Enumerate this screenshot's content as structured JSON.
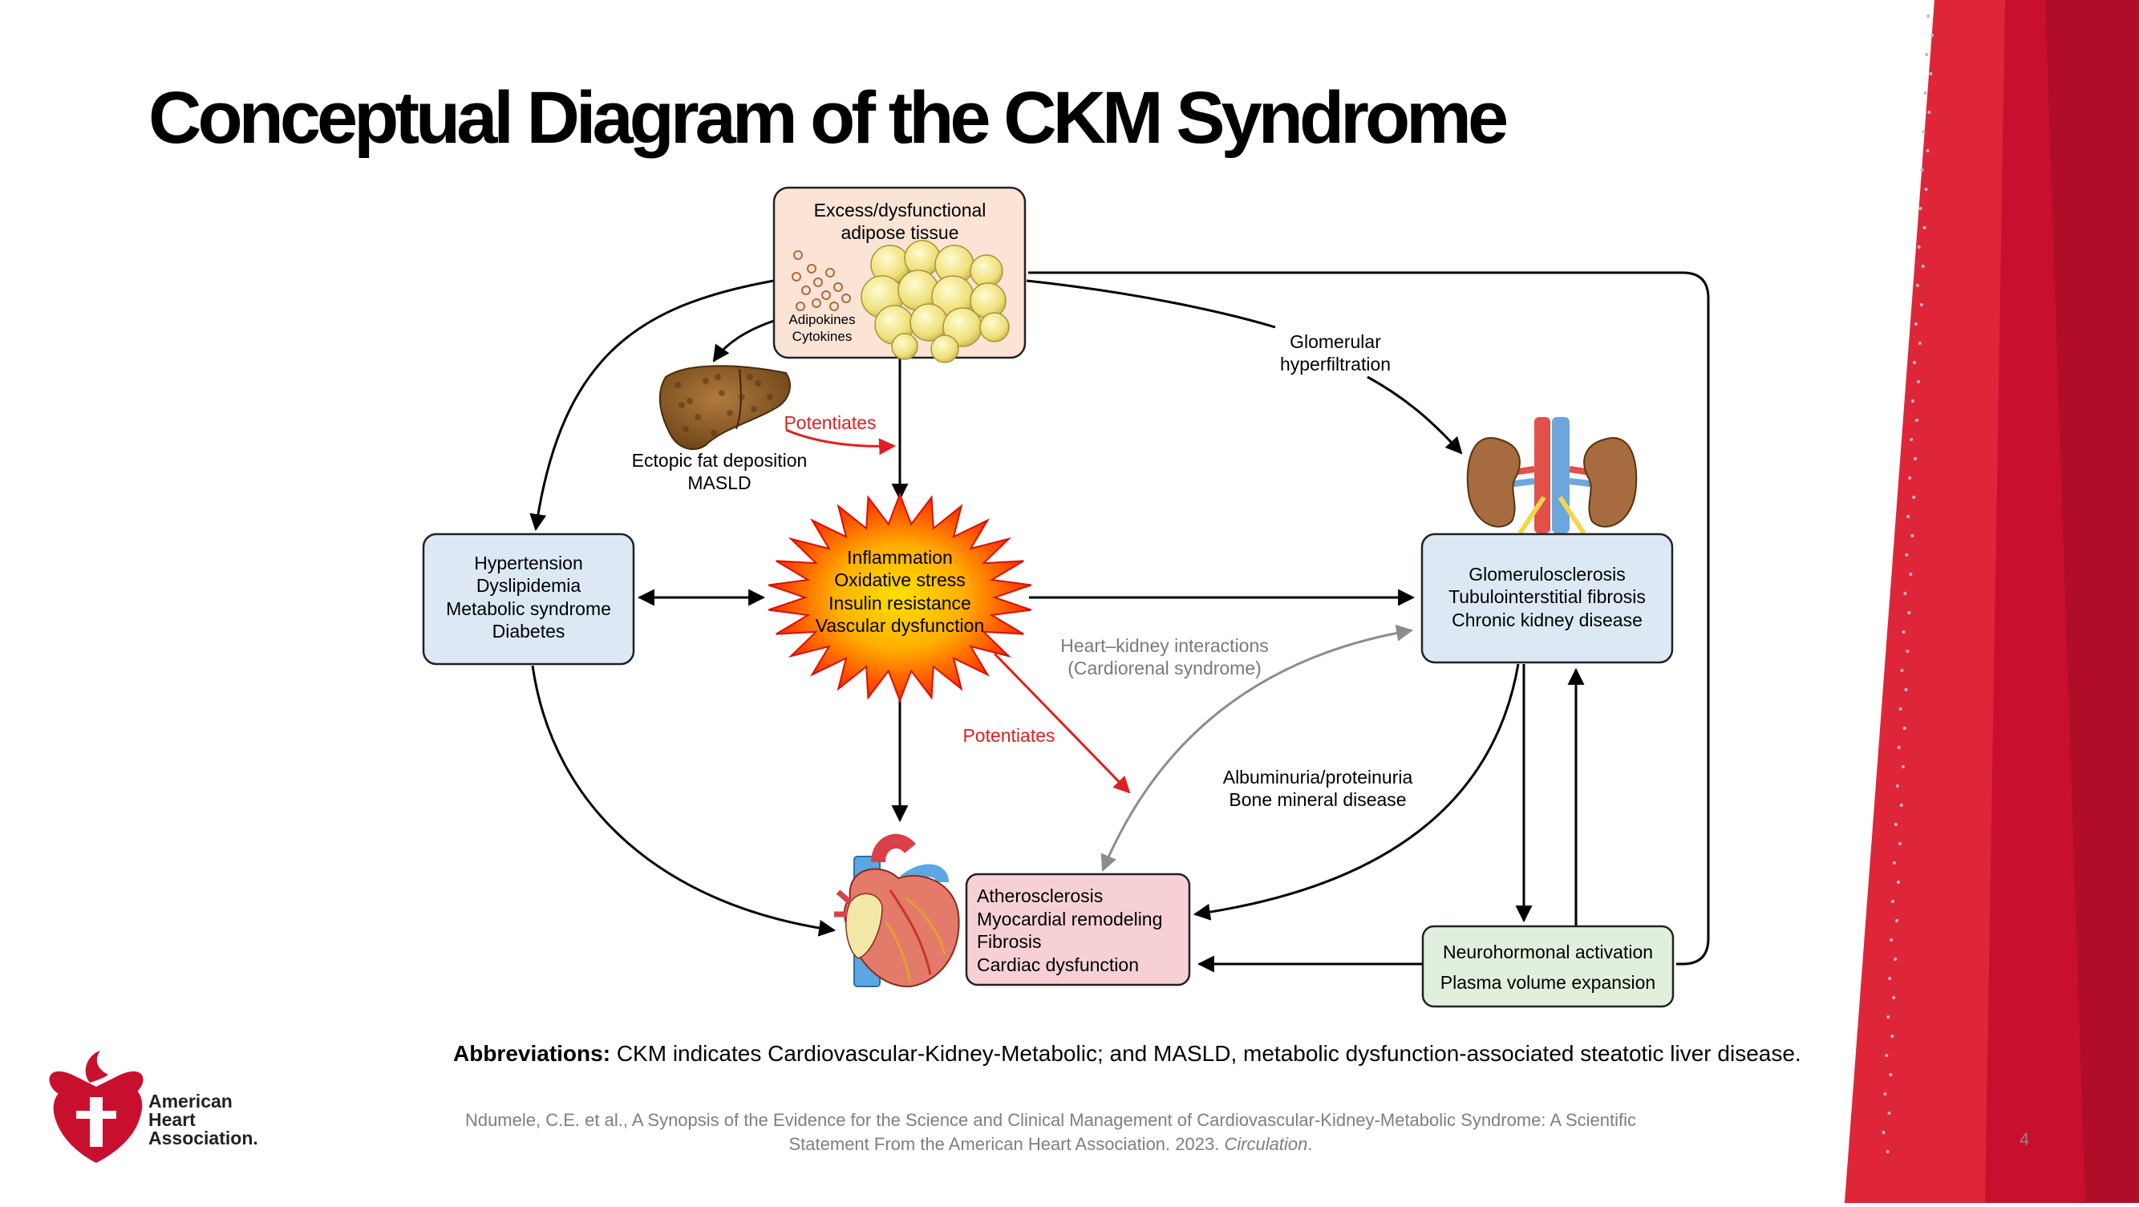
{
  "slide": {
    "title": "Conceptual Diagram of the CKM Syndrome",
    "page_number": "4"
  },
  "nodes": {
    "adipose": "Excess/dysfunctional adipose tissue",
    "adipose_lines": [
      "Excess/dysfunctional",
      "adipose tissue"
    ],
    "adipokines": "Adipokines",
    "cytokines": "Cytokines",
    "ectopic_lines": [
      "Ectopic fat deposition",
      "MASLD"
    ],
    "risk_factors": [
      "Hypertension",
      "Dyslipidemia",
      "Metabolic syndrome",
      "Diabetes"
    ],
    "inflammation": [
      "Inflammation",
      "Oxidative stress",
      "Insulin resistance",
      "Vascular dysfunction"
    ],
    "kidney": [
      "Glomerulosclerosis",
      "Tubulointerstitial fibrosis",
      "Chronic kidney disease"
    ],
    "cardiac": [
      "Atherosclerosis",
      "Myocardial remodeling",
      "Fibrosis",
      "Cardiac dysfunction"
    ],
    "neuro": [
      "Neurohormonal activation",
      "Plasma volume expansion"
    ]
  },
  "edge_labels": {
    "potentiates_1": "Potentiates",
    "potentiates_2": "Potentiates",
    "glomerular": [
      "Glomerular",
      "hyperfiltration"
    ],
    "heart_kidney": [
      "Heart–kidney interactions",
      "(Cardiorenal syndrome)"
    ],
    "albuminuria": [
      "Albuminuria/proteinuria",
      "Bone mineral disease"
    ]
  },
  "footer": {
    "abbrev_label": "Abbreviations:",
    "abbrev_text": "CKM indicates Cardiovascular-Kidney-Metabolic; and MASLD, metabolic dysfunction-associated steatotic liver disease.",
    "citation_line1": "Ndumele, C.E. et al., A Synopsis of the Evidence for the Science and Clinical Management of Cardiovascular-Kidney-Metabolic Syndrome: A Scientific",
    "citation_line2_prefix": "Statement From the American Heart Association. 2023. ",
    "citation_journal": "Circulation",
    "citation_suffix": ".",
    "logo_lines": [
      "American",
      "Heart",
      "Association."
    ]
  },
  "colors": {
    "brand_red": "#c8102e",
    "adipose_fill": "#fbe3d6",
    "blue_box": "#dce9f5",
    "pink_box": "#f7d0d6",
    "green_box": "#e1f0dc",
    "potentiates_red": "#e02020",
    "gray_arrow": "#8c8c8c"
  }
}
